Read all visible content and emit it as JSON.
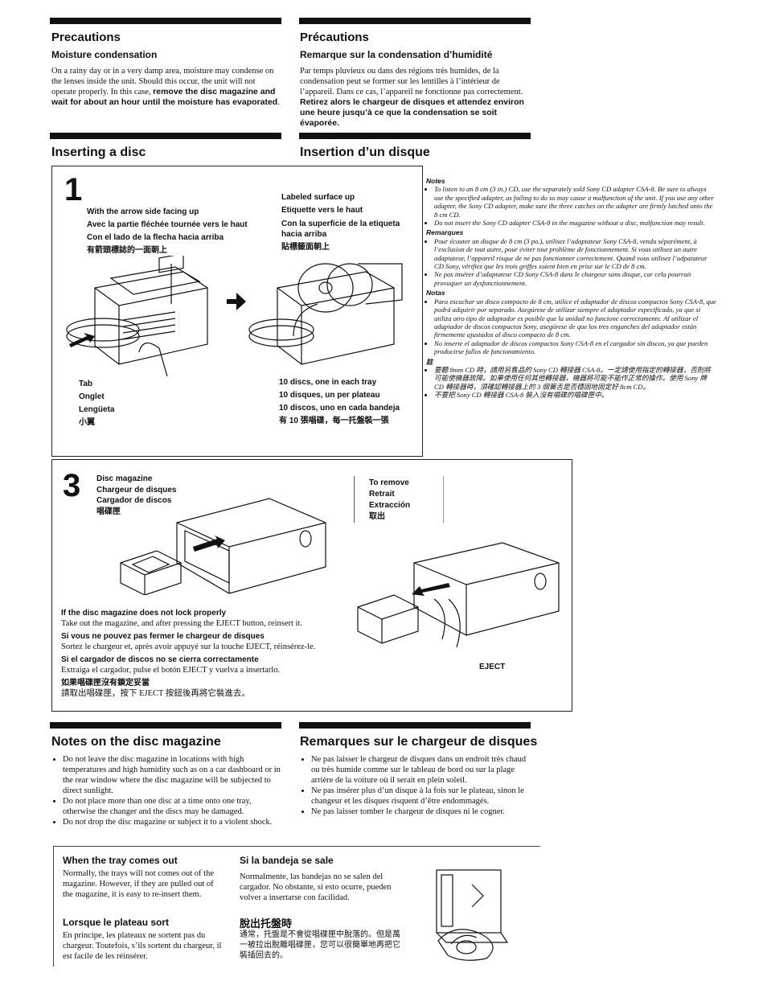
{
  "precautions": {
    "en": {
      "title": "Precautions",
      "subtitle": "Moisture condensation",
      "text": "On a rainy day or in a very damp area, moisture may condense on the lenses inside the unit. Should this occur, the unit will not operate properly. In this case, ",
      "bold": "remove the disc magazine and wait for about an hour until the moisture has evaporated",
      "end": "."
    },
    "fr": {
      "title": "Précautions",
      "subtitle": "Remarque sur la condensation d’humidité",
      "text": "Par temps pluvieux ou dans des régions très humides, de la condensation peut se former sur les lentilles à l’intérieur de l’appareil. Dans ce cas, l’appareil ne fonctionne pas correctement. ",
      "bold": "Retirez alors le chargeur de disques et attendez environ une heure jusqu’à ce que la condensation se soit évaporée."
    }
  },
  "inserting": {
    "en_title": "Inserting a disc",
    "fr_title": "Insertion d’un disque"
  },
  "step1": {
    "number": "1",
    "arrow_side": [
      "With the arrow side facing up",
      "Avec la partie fléchée tournée vers le haut",
      "Con el lado de la flecha hacia arriba",
      "有箭頭標誌的一面朝上"
    ],
    "labeled": [
      "Labeled surface up",
      "Etiquette vers le haut",
      "Con la superficie de la etiqueta hacia arriba",
      "貼標籤面朝上"
    ],
    "tab": [
      "Tab",
      "Onglet",
      "Lengüeta",
      "小翼"
    ],
    "discs": [
      "10 discs, one in each tray",
      "10 disques, un per plateau",
      "10 discos, uno en cada bandeja",
      "有 10 張唱碟，每一托盤裝一張"
    ]
  },
  "side_notes": {
    "en_head": "Notes",
    "en": [
      "To listen to an 8 cm (3 in.) CD, use the separately sold Sony CD adapter CSA-8. Be sure to always use the specified adapter, as failing to do so may cause a malfunction of the unit. If you use any other adapter, the Sony CD adapter, make sure the three catches on the adapter are firmly latched onto the 8 cm CD.",
      "Do not insert the Sony CD adapter CSA-8 in the magazine without a disc, malfunction may result."
    ],
    "fr_head": "Remarques",
    "fr": [
      "Pour écouter un disque de 8 cm (3 po.), utilisez l’adaptateur Sony CSA-8, vendu séparément, à l’exclusion de tout autre, pour éviter tout problème de fonctionnement. Si vous utilisez un autre adaptateur, l’appareil risque de ne pas fonctionner correctement. Quand vous utilisez l’adpatateur CD Sony, vérifiez que les trois griffes soient bien en prise sur le CD de 8 cm.",
      "Ne pas insérer d’adaptateur CD Sony CSA-8 dans le chargeur sans disque, car cela pourrait provoquer un dysfonctionnement."
    ],
    "es_head": "Notas",
    "es": [
      "Para escuchar un disco compacto de 8 cm, utilice el adaptador de discos compactos Sony CSA-8, que podrá adquirir por separado. Asegúrese de utilizar siempre el adaptador especificado, ya que si utiliza otro tipo de adaptador es posible que la unidad no funcione correctamente. Al utilizar el adaptador de discos compactos Sony, asegúrese de que los tres enganches del adaptador están firmemente ajustados al disco compacto de 8 cm.",
      "No inserte el adaptador de discos compactos Sony CSA-8 en el cargador sin discos, ya que pueden producirse fallos de funcionamiento."
    ],
    "zh_head": "註",
    "zh": [
      "要聽 8mm CD 時，請用另售品的 Sony CD 轉接器 CSA-8。一定請使用指定的轉接器，否則將可能使機器故障。如果使用任何其他轉接器，機器將可能不能作正常的操作。使用 Sony 牌 CD 轉接器時，須確認轉接器上的 3 個簧舌是否穩固地固定好 8cm CD。",
      "不要把 Sony CD 轉接器 CSA-8 裝入沒有唱碟的唱碟匣中。"
    ]
  },
  "step3": {
    "number": "3",
    "magazine": [
      "Disc magazine",
      "Chargeur de disques",
      "Cargador de discos",
      "唱碟匣"
    ],
    "remove": [
      "To remove",
      "Retrait",
      "Extracción",
      "取出"
    ],
    "eject": "EJECT",
    "lock": [
      {
        "head": "If the disc magazine does not lock properly",
        "text": "Take out the magazine, and after pressing the EJECT button, reinsert it."
      },
      {
        "head": "Si vous ne pouvez pas fermer le chargeur de disques",
        "text": "Sortez le chargeur et, après avoir appuyé sur la touche EJECT, réinsérez-le."
      },
      {
        "head": "Si el cargador de discos no se cierra correctamente",
        "text": "Extraiga el cargador, pulse el botón EJECT y vuelva a insertarlo."
      },
      {
        "head": "如果唱碟匣沒有鎖定妥當",
        "text": "請取出唱碟匣，按下 EJECT 按鈕後再將它裝進去。"
      }
    ]
  },
  "notes_magazine": {
    "en_title": "Notes on the disc magazine",
    "en": [
      "Do not leave the disc magazine in locations with high temperatures and high humidity such as on a car dashboard or in the rear window where the disc magazine will be subjected to direct sunlight.",
      "Do not place more than one disc at a time onto one tray, otherwise the changer and the discs may be damaged.",
      "Do not drop the disc magazine or subject it to a violent shock."
    ],
    "fr_title": "Remarques sur le chargeur de disques",
    "fr": [
      "Ne pas laisser le chargeur de disques dans un endroit très chaud ou très humide comme sur le tableau de bord ou sur la plage arrière de la voiture où il serait en plein soleil.",
      "Ne pas insérer plus d’un disque à la fois sur le plateau, sinon le changeur et les disques risquent d’être endommagés.",
      "Ne pas laisser tomber le chargeur de disques ni le cogner."
    ]
  },
  "tray": {
    "en_title": "When the tray comes out",
    "en": "Normally, the trays will not comes out of the magazine. However, if they are pulled out of the magazine, it is easy to re-insert them.",
    "fr_title": "Lorsque le plateau sort",
    "fr": "En principe, les plateaux ne sortent pas du chargeur. Toutefois, s’ils sortent du chargeur, il est facile de les réinsérer.",
    "es_title": "Si la bandeja se sale",
    "es": "Normalmente, las bandejas no se salen del cargador. No obstante, si esto ocurre, pueden volver a insertarse con facilidad.",
    "zh_title": "脫出托盤時",
    "zh": "通常，托盤是不會從唱碟匣中脫落的。但是萬一被拉出脫離唱碟匣，您可以很簡單地再把它裝插回去的。"
  }
}
